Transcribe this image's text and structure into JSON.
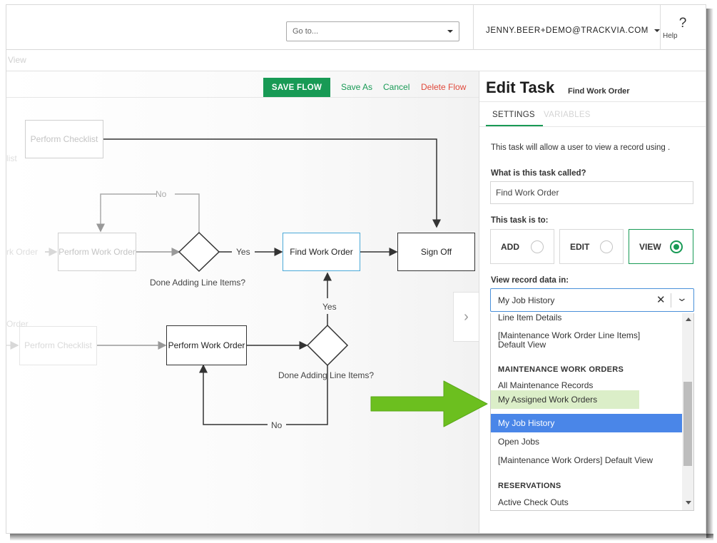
{
  "header": {
    "goto_placeholder": "Go to...",
    "user_email": "JENNY.BEER+DEMO@TRACKVIA.COM",
    "help_icon": "?",
    "help_label": "Help",
    "breadcrumb_ghost": "View"
  },
  "toolbar": {
    "save_label": "SAVE FLOW",
    "save_as_label": "Save As",
    "cancel_label": "Cancel",
    "delete_label": "Delete Flow"
  },
  "flow": {
    "nodes": {
      "perform_checklist_top": "Perform Checklist",
      "perform_work_order_top": "Perform Work Order",
      "find_work_order": "Find Work Order",
      "sign_off": "Sign Off",
      "perform_checklist_bottom": "Perform Checklist",
      "perform_work_order_bottom": "Perform Work Order"
    },
    "labels": {
      "no_top": "No",
      "yes_top": "Yes",
      "decision_top": "Done Adding Line Items?",
      "yes_vertical": "Yes",
      "decision_bottom": "Done Adding Line Items?",
      "no_bottom": "No",
      "ghost_order": "rk Order",
      "ghost_list": "list",
      "ghost_order2": "Order"
    }
  },
  "panel": {
    "title": "Edit Task",
    "subtitle": "Find Work Order",
    "tabs": [
      "SETTINGS",
      "VARIABLES"
    ],
    "description": "This task will allow a user to view a record using .",
    "task_name_label": "What is this task called?",
    "task_name_value": "Find Work Order",
    "task_type_label": "This task is to:",
    "options": [
      "ADD",
      "EDIT",
      "VIEW"
    ],
    "selected_option": "VIEW",
    "view_label": "View record data in:",
    "view_value": "My Job History",
    "dropdown": {
      "items": [
        {
          "type": "item",
          "label": "Line Item Details"
        },
        {
          "type": "item",
          "label": "[Maintenance Work Order Line Items] Default View"
        },
        {
          "type": "group",
          "label": "MAINTENANCE WORK ORDERS"
        },
        {
          "type": "item",
          "label": "All Maintenance Records"
        },
        {
          "type": "item",
          "label": "My Assigned Work Orders"
        },
        {
          "type": "item",
          "label": "My Job History"
        },
        {
          "type": "item",
          "label": "Open Jobs"
        },
        {
          "type": "item",
          "label": "[Maintenance Work Orders] Default View"
        },
        {
          "type": "group",
          "label": "RESERVATIONS"
        },
        {
          "type": "item",
          "label": "Active Check Outs"
        }
      ],
      "highlighted": "My Job History",
      "annotated": "My Assigned Work Orders"
    }
  },
  "colors": {
    "accent_green": "#189a55",
    "delete_red": "#e0493c",
    "highlight_blue": "#4a86e8",
    "annotation_green": "#6cbf1f",
    "soft_highlight": "#dbeec8"
  },
  "icons": {
    "expand_panel": "chevron-right-icon",
    "clear_select": "close-icon",
    "select_toggle": "chevron-down-icon"
  }
}
